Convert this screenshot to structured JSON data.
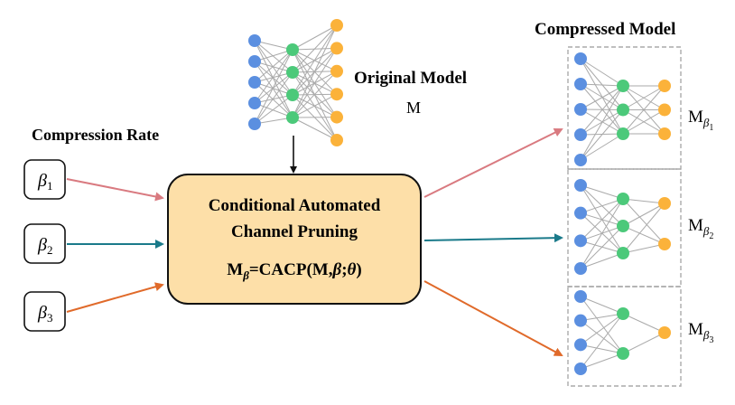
{
  "original": {
    "title": "Original Model",
    "symbol": "M",
    "layers": [
      5,
      4,
      6
    ]
  },
  "compression": {
    "title": "Compression Rate",
    "rates": [
      {
        "symbol": "β",
        "sub": "1"
      },
      {
        "symbol": "β",
        "sub": "2"
      },
      {
        "symbol": "β",
        "sub": "3"
      }
    ]
  },
  "cacp": {
    "line1": "Conditional Automated",
    "line2": "Channel Pruning",
    "formula": {
      "lhs": "M",
      "lhs_sub": "β",
      "eq": "=CACP(M,",
      "beta": "β",
      "semi": ";",
      "theta": "θ",
      "close": ")"
    }
  },
  "compressed": {
    "title": "Compressed Model",
    "models": [
      {
        "label": "M",
        "sub": "β",
        "subsub": "1",
        "layers": [
          5,
          3,
          3
        ]
      },
      {
        "label": "M",
        "sub": "β",
        "subsub": "2",
        "layers": [
          4,
          3,
          2
        ]
      },
      {
        "label": "M",
        "sub": "β",
        "subsub": "3",
        "layers": [
          4,
          2,
          1
        ]
      }
    ]
  },
  "colors": {
    "input_node": "#5b8fe0",
    "hidden_node": "#4cc97a",
    "output_node": "#fbb23a",
    "edge": "#aaaaaa",
    "cacp_fill": "#fddfa8",
    "arrow1": "#d97a80",
    "arrow2": "#1a7a8a",
    "arrow3": "#e06a2a",
    "dashed": "#aaaaaa"
  }
}
